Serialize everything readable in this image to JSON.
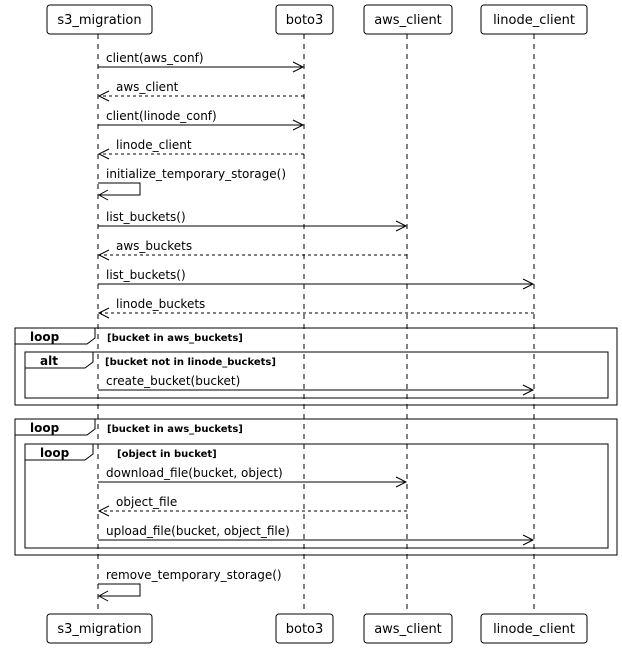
{
  "participants": [
    {
      "id": "s3_migration",
      "label": "s3_migration"
    },
    {
      "id": "boto3",
      "label": "boto3"
    },
    {
      "id": "aws_client",
      "label": "aws_client"
    },
    {
      "id": "linode_client",
      "label": "linode_client"
    }
  ],
  "messages": [
    {
      "from": "s3_migration",
      "to": "boto3",
      "label": "client(aws_conf)",
      "kind": "call"
    },
    {
      "from": "boto3",
      "to": "s3_migration",
      "label": "aws_client",
      "kind": "return"
    },
    {
      "from": "s3_migration",
      "to": "boto3",
      "label": "client(linode_conf)",
      "kind": "call"
    },
    {
      "from": "boto3",
      "to": "s3_migration",
      "label": "linode_client",
      "kind": "return"
    },
    {
      "from": "s3_migration",
      "to": "s3_migration",
      "label": "initialize_temporary_storage()",
      "kind": "self"
    },
    {
      "from": "s3_migration",
      "to": "aws_client",
      "label": "list_buckets()",
      "kind": "call"
    },
    {
      "from": "aws_client",
      "to": "s3_migration",
      "label": "aws_buckets",
      "kind": "return"
    },
    {
      "from": "s3_migration",
      "to": "linode_client",
      "label": "list_buckets()",
      "kind": "call"
    },
    {
      "from": "linode_client",
      "to": "s3_migration",
      "label": "linode_buckets",
      "kind": "return"
    },
    {
      "from": "s3_migration",
      "to": "linode_client",
      "label": "create_bucket(bucket)",
      "kind": "call"
    },
    {
      "from": "s3_migration",
      "to": "aws_client",
      "label": "download_file(bucket, object)",
      "kind": "call"
    },
    {
      "from": "aws_client",
      "to": "s3_migration",
      "label": "object_file",
      "kind": "return"
    },
    {
      "from": "s3_migration",
      "to": "linode_client",
      "label": "upload_file(bucket, object_file)",
      "kind": "call"
    },
    {
      "from": "s3_migration",
      "to": "s3_migration",
      "label": "remove_temporary_storage()",
      "kind": "self"
    }
  ],
  "fragments": [
    {
      "kind": "loop",
      "guard": "[bucket in aws_buckets]"
    },
    {
      "kind": "alt",
      "guard": "[bucket not in linode_buckets]"
    },
    {
      "kind": "loop",
      "guard": "[bucket in aws_buckets]"
    },
    {
      "kind": "loop",
      "guard": "[object in bucket]"
    }
  ]
}
